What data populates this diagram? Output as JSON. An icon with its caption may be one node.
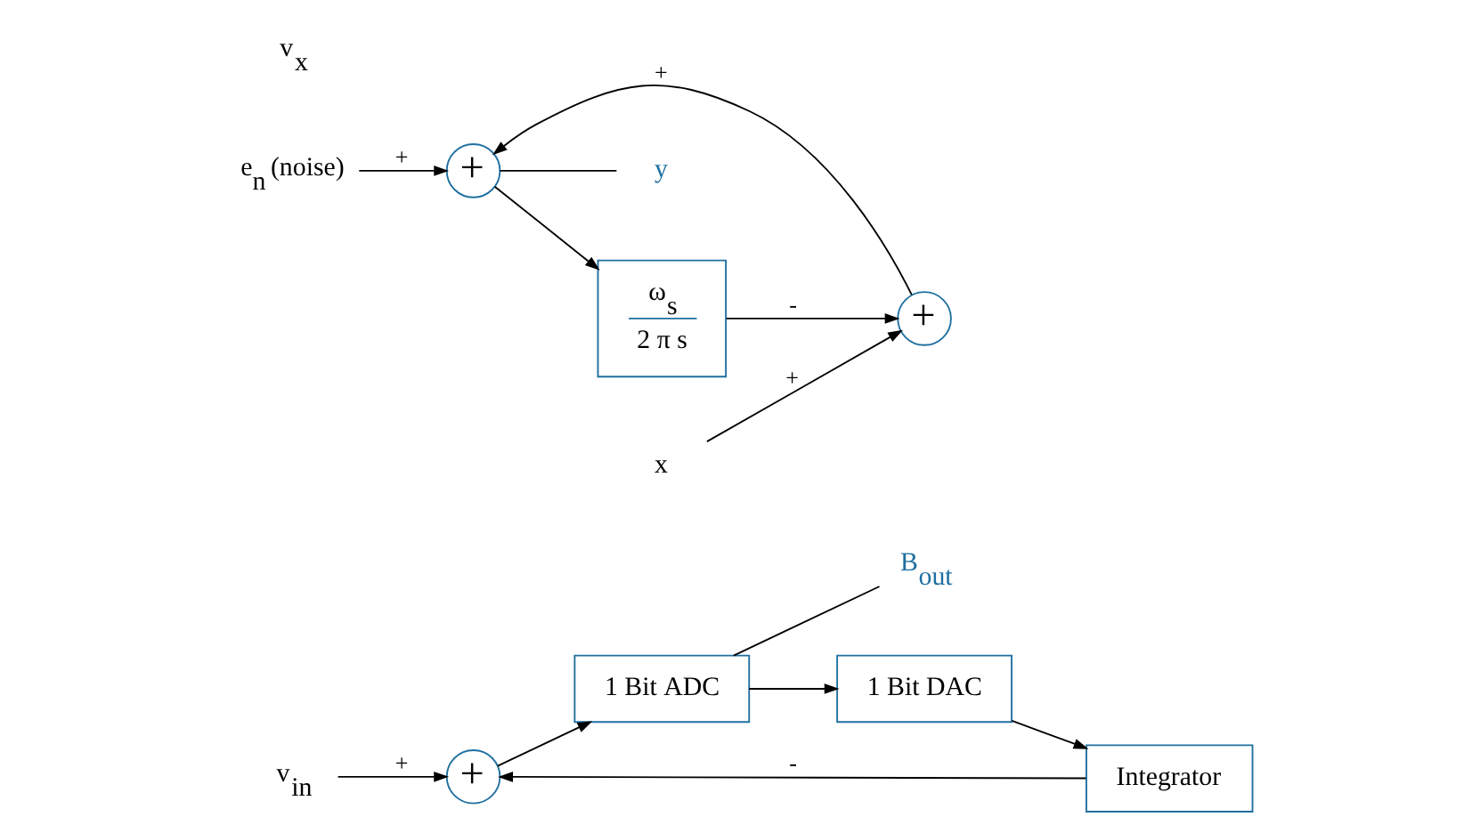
{
  "diagram": {
    "nodes": [
      {
        "text": [
          "v$_{in}$"
        ]
      },
      {
        "text": [
          "+"
        ]
      },
      {
        "text": [
          "1 Bit ADC"
        ]
      },
      {
        "text": [
          "B$_{out}$"
        ]
      },
      {
        "text": [
          "Integrator"
        ]
      },
      {
        "text": [
          "1 Bit DAC"
        ]
      },
      {
        "text": [
          "e$_{n}$ (noise)"
        ]
      },
      {
        "text": [
          "x"
        ]
      },
      {
        "text": [
          "+"
        ]
      },
      {
        "text": [
          "+"
        ]
      },
      {
        "text": [
          "y"
        ]
      },
      {
        "text": [
          "ω$_{s}$",
          "2 π s"
        ]
      }
    ],
    "edges": [
      {
        "from": 0,
        "to": 1,
        "arrow": "to",
        "label": "+"
      },
      {
        "from": 1,
        "to": 2,
        "arrow": "to"
      },
      {
        "from": 2,
        "to": 3,
        "arrow": "none"
      },
      {
        "from": 2,
        "to": 5,
        "arrow": "to"
      },
      {
        "from": 5,
        "to": 4,
        "arrow": "to"
      },
      {
        "from": 4,
        "to": 1,
        "arrow": "to",
        "label": "-"
      },
      {
        "from": 7,
        "to": 8,
        "arrow": "to",
        "label": "+"
      },
      {
        "from": 8,
        "to": 9,
        "arrow": "to",
        "label": "+"
      },
      {
        "from": 6,
        "to": 9,
        "arrow": "to",
        "label": "+"
      },
      {
        "from": 9,
        "to": 10,
        "arrow": "none"
      },
      {
        "from": 9,
        "to": 11,
        "arrow": "to"
      },
      {
        "from": 11,
        "to": 8,
        "arrow": "to",
        "label": "-"
      }
    ],
    "labels": [
      "v$_{x}$"
    ]
  }
}
